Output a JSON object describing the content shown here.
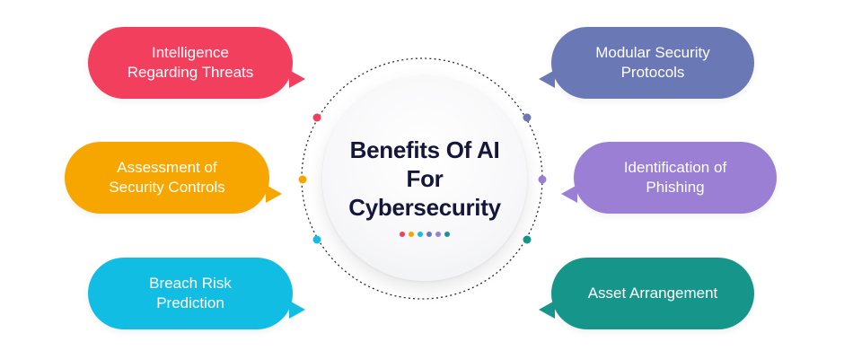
{
  "center": {
    "title": "Benefits Of AI\nFor\nCybersecurity"
  },
  "benefits": [
    {
      "label": "Intelligence\nRegarding Threats",
      "color": "#f23f5d",
      "side": "left"
    },
    {
      "label": "Assessment of\nSecurity Controls",
      "color": "#f7a600",
      "side": "left"
    },
    {
      "label": "Breach Risk\nPrediction",
      "color": "#11bde3",
      "side": "left"
    },
    {
      "label": "Modular Security\nProtocols",
      "color": "#6b78b6",
      "side": "right"
    },
    {
      "label": "Identification of\nPhishing",
      "color": "#9a7fd4",
      "side": "right"
    },
    {
      "label": "Asset Arrangement",
      "color": "#16958a",
      "side": "right"
    }
  ],
  "colors": {
    "title_text": "#14163a",
    "ring": "#2a2a3a",
    "dots": [
      "#f23f5d",
      "#f7a600",
      "#11bde3",
      "#6b78b6",
      "#9a7fd4",
      "#16958a"
    ]
  }
}
